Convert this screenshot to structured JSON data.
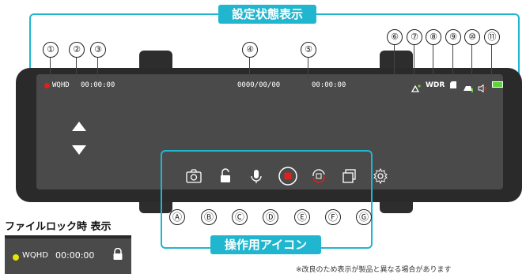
{
  "status_header": {
    "label": "設定状態表示"
  },
  "ops_header": {
    "label": "操作用アイコン"
  },
  "status_numbers": [
    "①",
    "②",
    "③",
    "④",
    "⑤",
    "⑥",
    "⑦",
    "⑧",
    "⑨",
    "⑩",
    "⑪"
  ],
  "op_letters": [
    "Ⓐ",
    "Ⓑ",
    "Ⓒ",
    "Ⓓ",
    "Ⓔ",
    "Ⓕ",
    "Ⓖ"
  ],
  "hud": {
    "resolution": "WQHD",
    "elapsed": "00:00:00",
    "date": "0000/00/00",
    "time": "00:00:00",
    "wdr": "WDR"
  },
  "lock_panel": {
    "title": "ファイルロック時 表示",
    "resolution": "WQHD",
    "elapsed": "00:00:00"
  },
  "footnote": "※改良のため表示が製品と異なる場合があります",
  "colors": {
    "accent": "#20b6cf",
    "rec": "#e0201c",
    "lock_dot": "#e6e600",
    "battery": "#5fd33a"
  },
  "icons": {
    "status": [
      "rec-dot",
      "",
      "",
      "",
      "",
      "gps-icon",
      "wdr-icon",
      "sd-card-icon",
      "parking-icon",
      "speaker-mute-icon",
      "battery-icon"
    ],
    "ops": [
      "camera-icon",
      "unlock-icon",
      "microphone-icon",
      "record-icon",
      "rotate-icon",
      "gallery-icon",
      "gear-icon"
    ]
  }
}
